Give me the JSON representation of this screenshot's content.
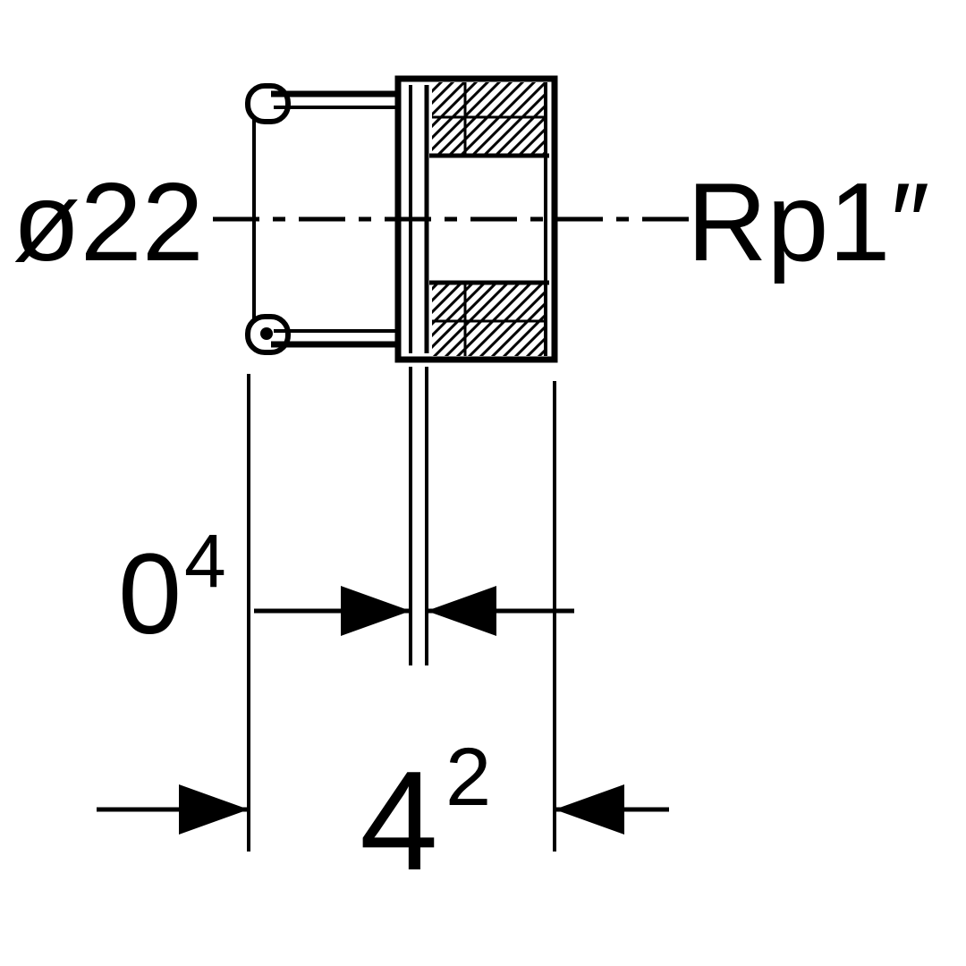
{
  "drawing": {
    "diameter_label": "ø22",
    "thread_label": "Rp1″",
    "offset_dim": {
      "base": "0",
      "sup": "4"
    },
    "overall_dim": {
      "base": "4",
      "sup": "2"
    }
  },
  "colors": {
    "line": "#000000",
    "background": "#ffffff"
  }
}
